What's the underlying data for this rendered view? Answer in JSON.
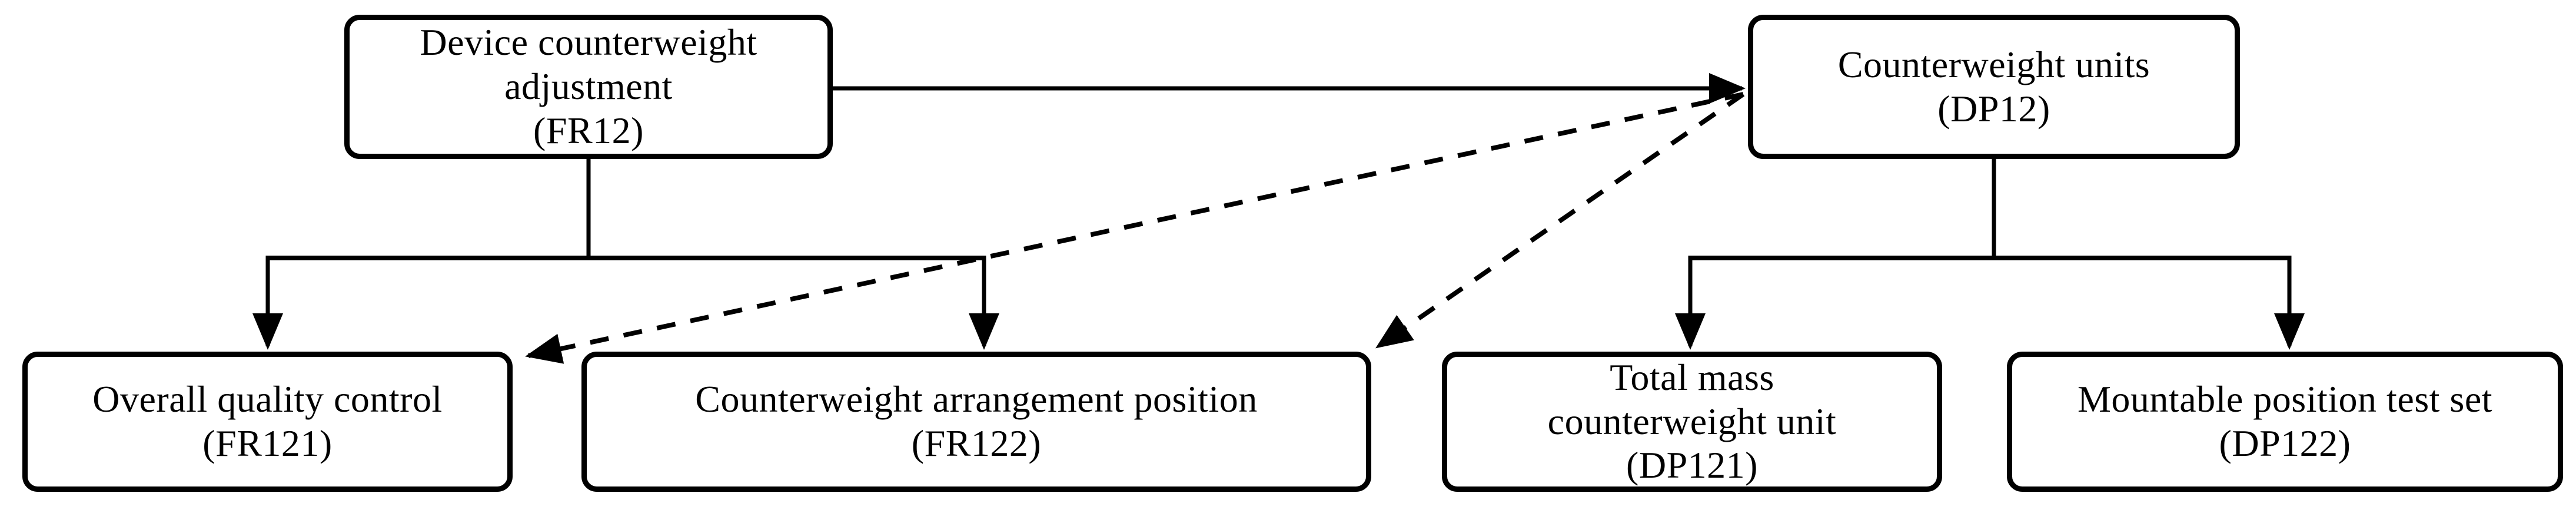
{
  "diagram": {
    "background_color": "#ffffff",
    "line_color": "#000000",
    "nodes": {
      "fr12": {
        "id": "FR12",
        "lines": [
          "Device counterweight",
          "adjustment",
          "(FR12)"
        ]
      },
      "dp12": {
        "id": "DP12",
        "lines": [
          "Counterweight units",
          "(DP12)"
        ]
      },
      "fr121": {
        "id": "FR121",
        "lines": [
          "Overall quality control",
          "(FR121)"
        ]
      },
      "fr122": {
        "id": "FR122",
        "lines": [
          "Counterweight arrangement position",
          "(FR122)"
        ]
      },
      "dp121": {
        "id": "DP121",
        "lines": [
          "Total mass",
          "counterweight unit",
          "(DP121)"
        ]
      },
      "dp122": {
        "id": "DP122",
        "lines": [
          "Mountable position test set",
          "(DP122)"
        ]
      }
    },
    "edges": [
      {
        "from": "FR12",
        "to": "DP12",
        "style": "solid",
        "arrowhead": true
      },
      {
        "from": "FR12",
        "to": "FR121",
        "style": "solid",
        "arrowhead": true
      },
      {
        "from": "FR12",
        "to": "FR122",
        "style": "solid",
        "arrowhead": true
      },
      {
        "from": "DP12",
        "to": "DP121",
        "style": "solid",
        "arrowhead": true
      },
      {
        "from": "DP12",
        "to": "DP122",
        "style": "solid",
        "arrowhead": true
      },
      {
        "from": "DP12",
        "to": "FR121",
        "style": "dashed",
        "arrowhead": true
      },
      {
        "from": "DP12",
        "to": "FR122",
        "style": "dashed",
        "arrowhead": true
      }
    ]
  }
}
